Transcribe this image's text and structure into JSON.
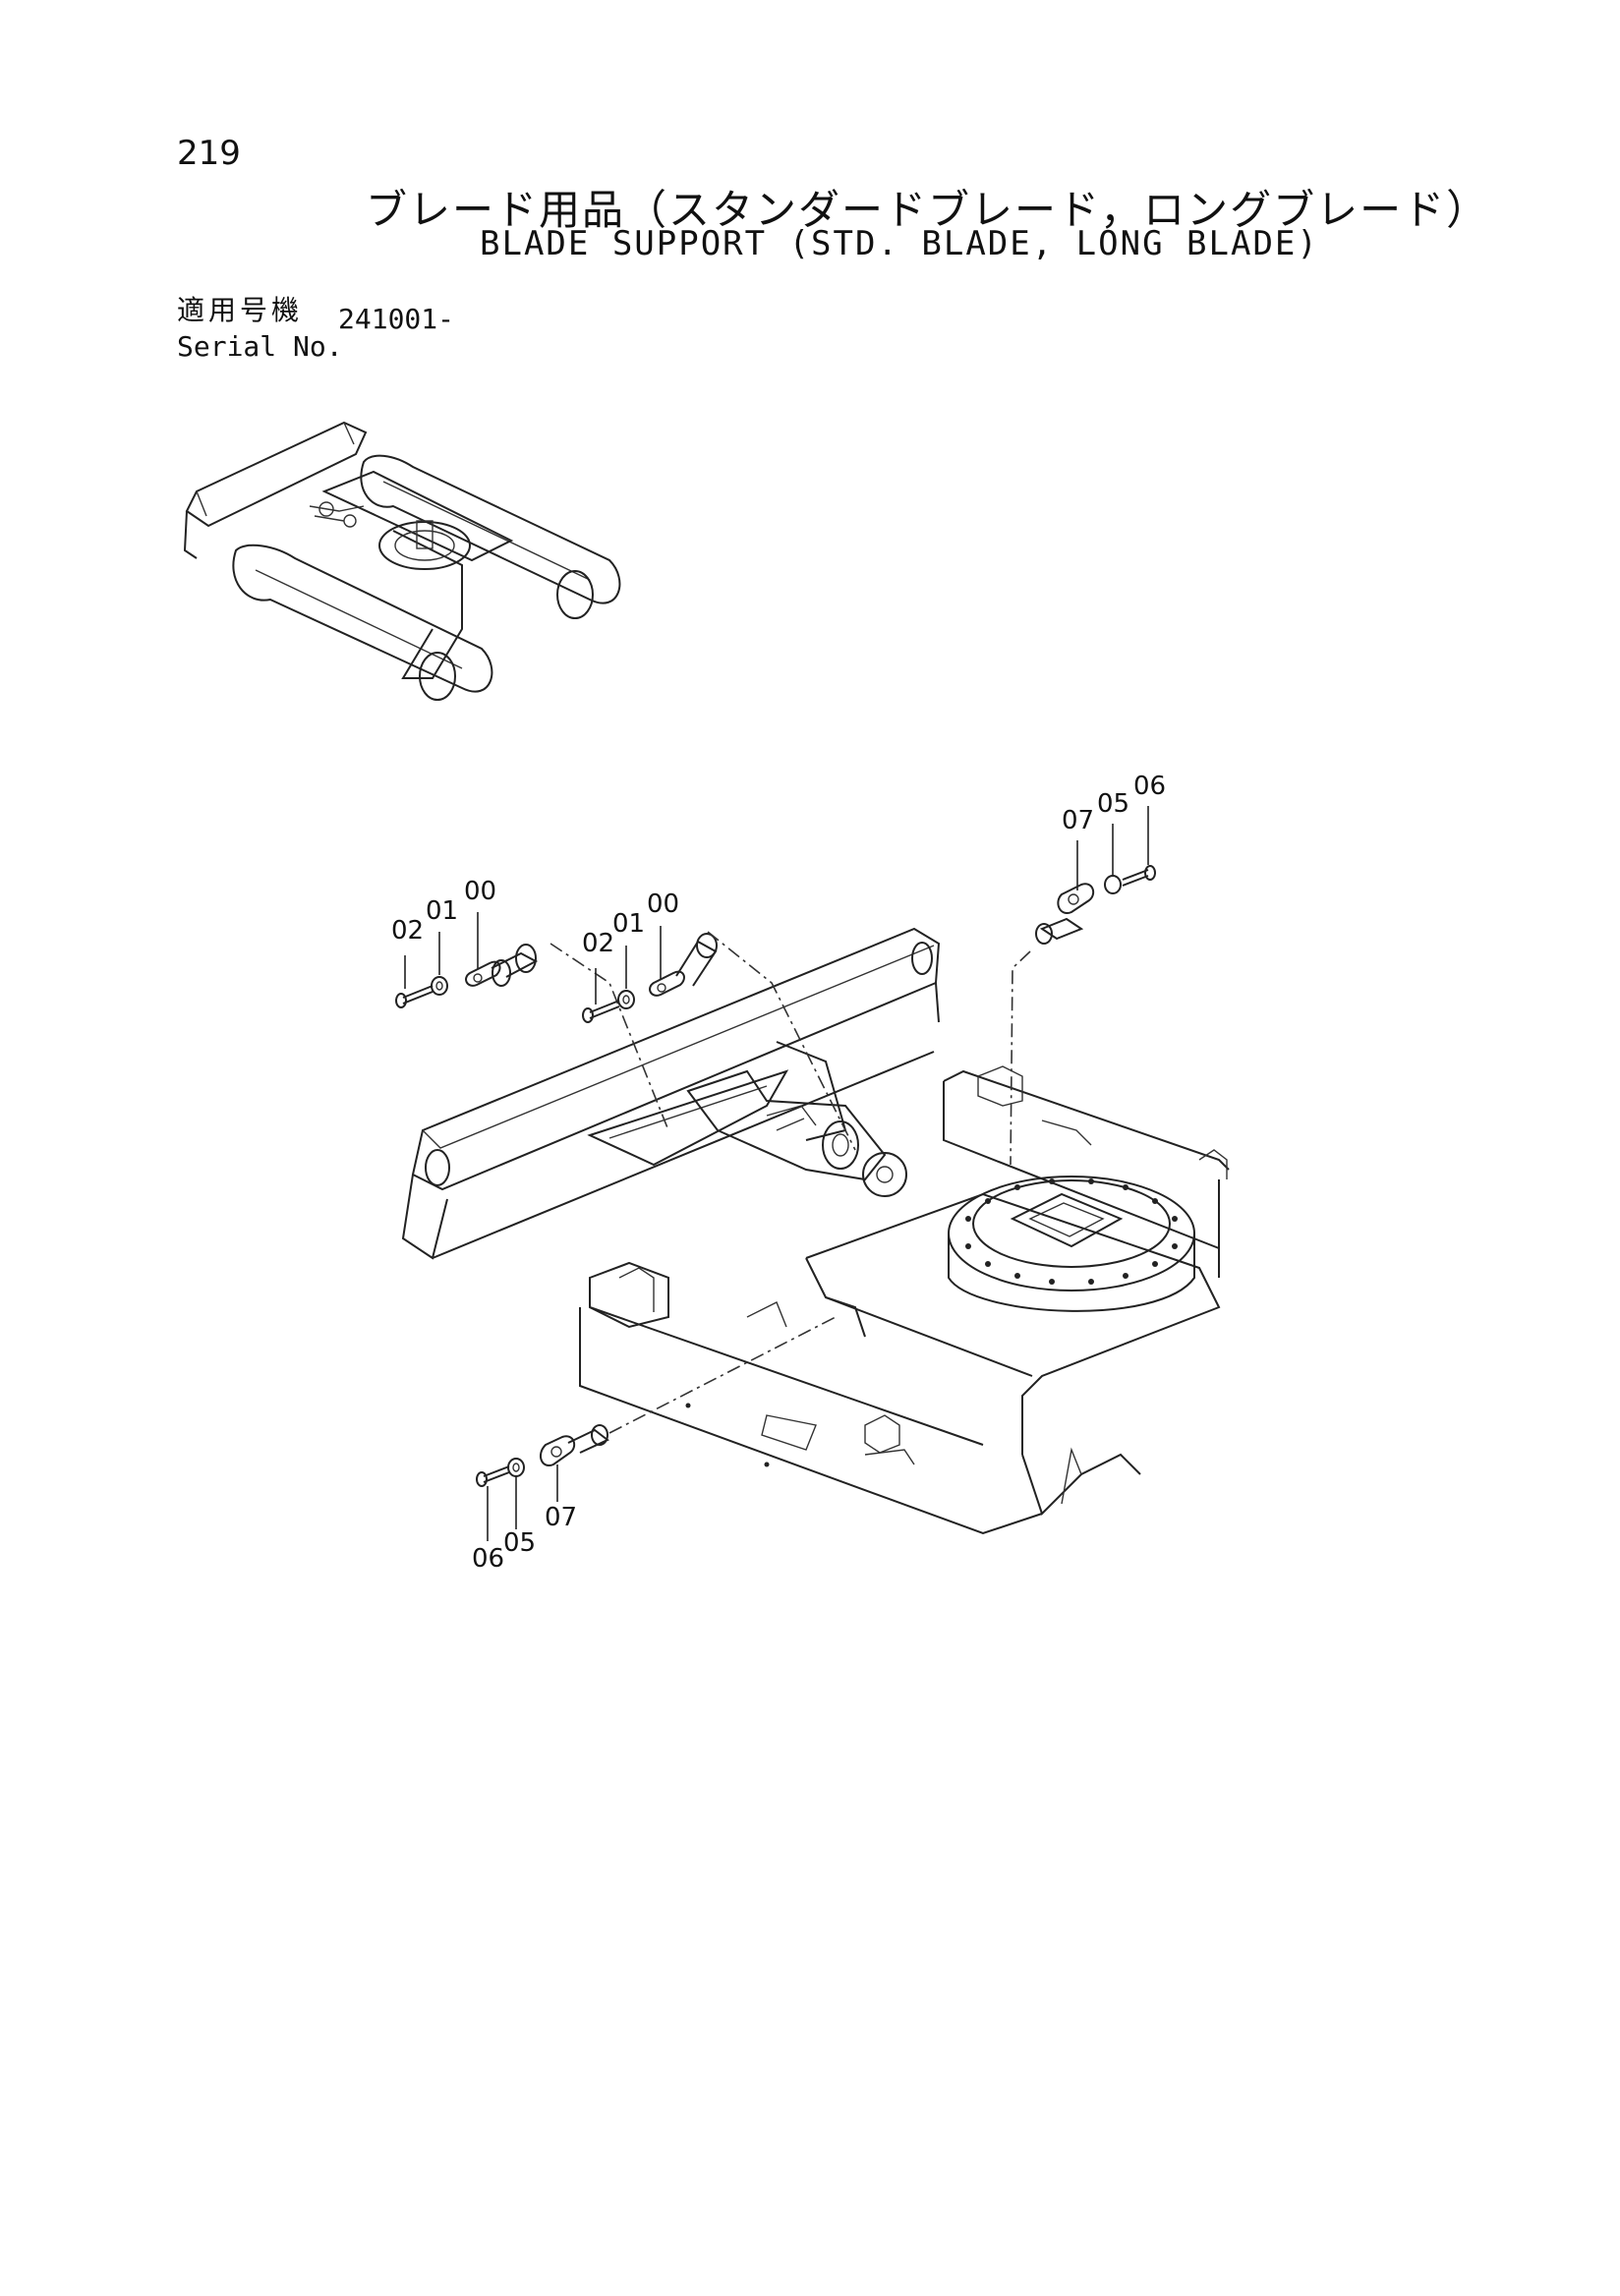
{
  "page": {
    "number": "219",
    "title_jp": "ブレード用品（スタンダードブレード，ロングブレード）",
    "title_en": "BLADE SUPPORT (STD. BLADE, LONG BLADE)",
    "serial_label_jp": "適用号機",
    "serial_label_en": "Serial No.",
    "serial_value": "241001-"
  },
  "callouts": {
    "left_group": {
      "p02": "02",
      "p01": "01",
      "p00": "00"
    },
    "mid_group": {
      "p02": "02",
      "p01": "01",
      "p00": "00"
    },
    "top_right_group": {
      "p07": "07",
      "p05": "05",
      "p06": "06"
    },
    "bottom_group": {
      "p06": "06",
      "p05": "05",
      "p07": "07"
    }
  }
}
